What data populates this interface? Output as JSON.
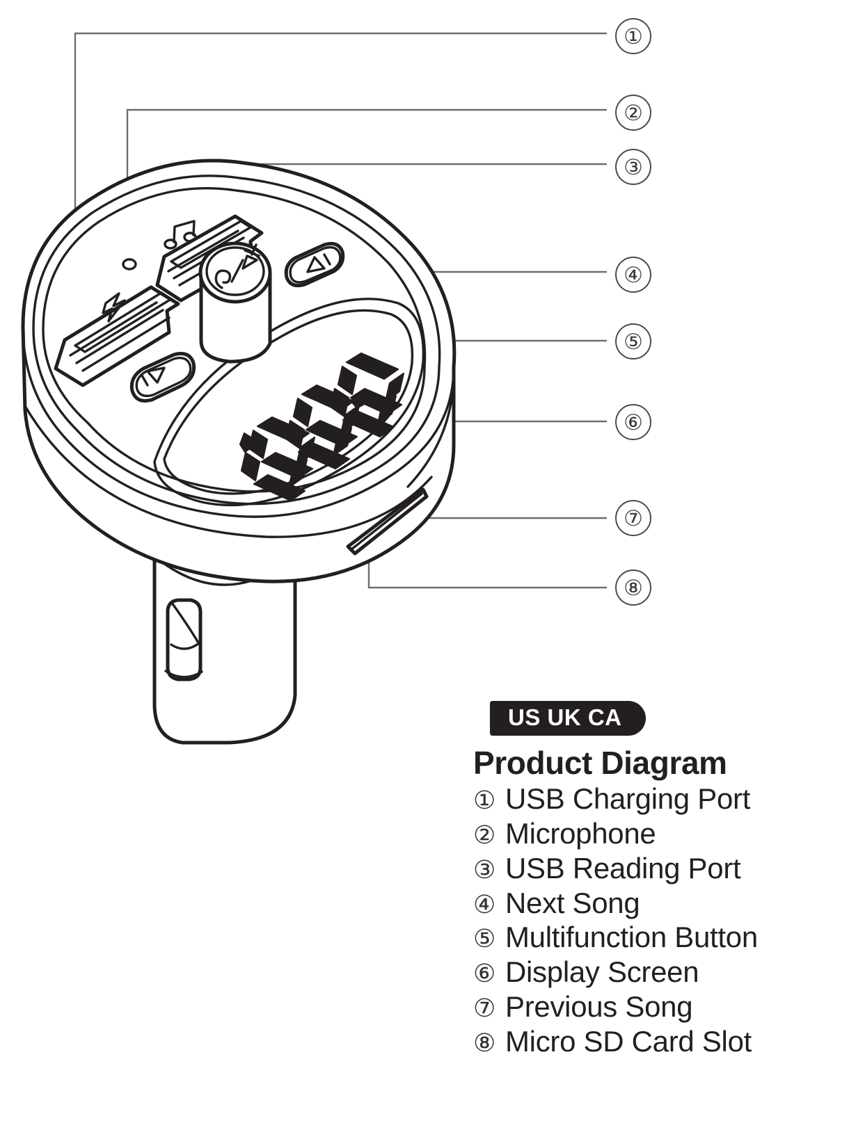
{
  "document": {
    "type": "product-diagram",
    "title": "Product Diagram",
    "region_badge": "US UK CA"
  },
  "callouts": [
    {
      "number": "①",
      "id": 1
    },
    {
      "number": "②",
      "id": 2
    },
    {
      "number": "③",
      "id": 3
    },
    {
      "number": "④",
      "id": 4
    },
    {
      "number": "⑤",
      "id": 5
    },
    {
      "number": "⑥",
      "id": 6
    },
    {
      "number": "⑦",
      "id": 7
    },
    {
      "number": "⑧",
      "id": 8
    }
  ],
  "legend": {
    "badge": "US UK CA",
    "title": "Product Diagram",
    "items": [
      {
        "marker": "①",
        "label": "USB Charging Port"
      },
      {
        "marker": "②",
        "label": "Microphone"
      },
      {
        "marker": "③",
        "label": "USB Reading Port"
      },
      {
        "marker": "④",
        "label": "Next Song"
      },
      {
        "marker": "⑤",
        "label": "Multifunction Button"
      },
      {
        "marker": "⑥",
        "label": "Display Screen"
      },
      {
        "marker": "⑦",
        "label": "Previous Song"
      },
      {
        "marker": "⑧",
        "label": "Micro SD Card Slot"
      }
    ]
  },
  "device": {
    "name": "bluetooth-fm-transmitter-car-charger",
    "features": {
      "usb_charging_port": {
        "icon": "lightning-bolt-icon",
        "callout": 1
      },
      "microphone": {
        "icon": "pinhole-icon",
        "callout": 2
      },
      "usb_reading_port": {
        "icon": "music-note-icon",
        "callout": 3
      },
      "next_song_button": {
        "icon": "skip-forward-icon",
        "callout": 4
      },
      "multifunction_button": {
        "icon": "phone-play-pause-icon",
        "callout": 5
      },
      "display_screen": {
        "icon": "seven-segment-display-icon",
        "callout": 6,
        "digits": "888."
      },
      "previous_song_button": {
        "icon": "skip-backward-icon",
        "callout": 7
      },
      "micro_sd_card_slot": {
        "icon": "card-slot-icon",
        "callout": 8
      }
    }
  },
  "colors": {
    "ink": "#231f20",
    "leader_line": "#6e6e6e",
    "badge_background": "#231f20",
    "badge_text": "#ffffff",
    "page_background": "#ffffff"
  }
}
